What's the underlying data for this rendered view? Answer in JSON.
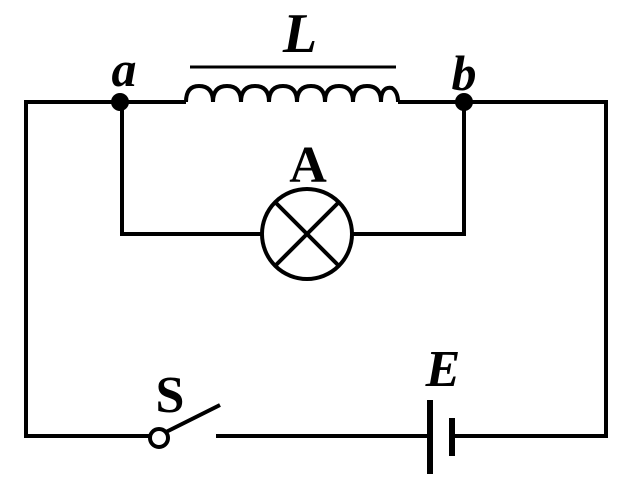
{
  "labels": {
    "inductor": "L",
    "node_a": "a",
    "node_b": "b",
    "lamp": "A",
    "switch": "S",
    "battery": "E"
  }
}
